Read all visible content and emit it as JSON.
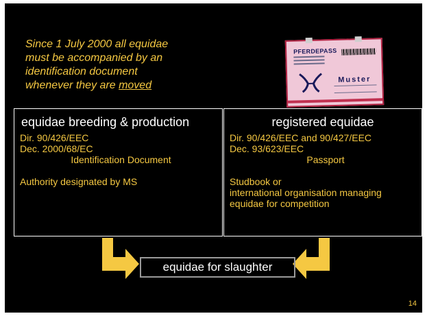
{
  "intro": {
    "line1": "Since 1 July 2000 all equidae",
    "line2": "must be accompanied by  an",
    "line3": "identification document",
    "line4_prefix": "whenever they are ",
    "line4_moved": "moved"
  },
  "passport_image": {
    "title": "PFERDEPASS",
    "sample": "Muster"
  },
  "left_box": {
    "heading": "equidae breeding & production",
    "dir": "Dir.   90/426/EEC",
    "dec": "Dec. 2000/68/EC",
    "document": "Identification Document",
    "authority": "Authority designated by MS"
  },
  "right_box": {
    "heading": "registered equidae",
    "dir": "Dir.   90/426/EEC and 90/427/EEC",
    "dec": "Dec. 93/623/EEC",
    "document": "Passport",
    "authority_1": "Studbook or",
    "authority_2": "international organisation managing",
    "authority_3": "equidae for competition"
  },
  "slaughter_box": {
    "label": "equidae for slaughter"
  },
  "page_number": "14",
  "colors": {
    "background": "#000000",
    "text_accent": "#f5c842",
    "heading": "#ffffff",
    "arrow": "#f5c842"
  }
}
